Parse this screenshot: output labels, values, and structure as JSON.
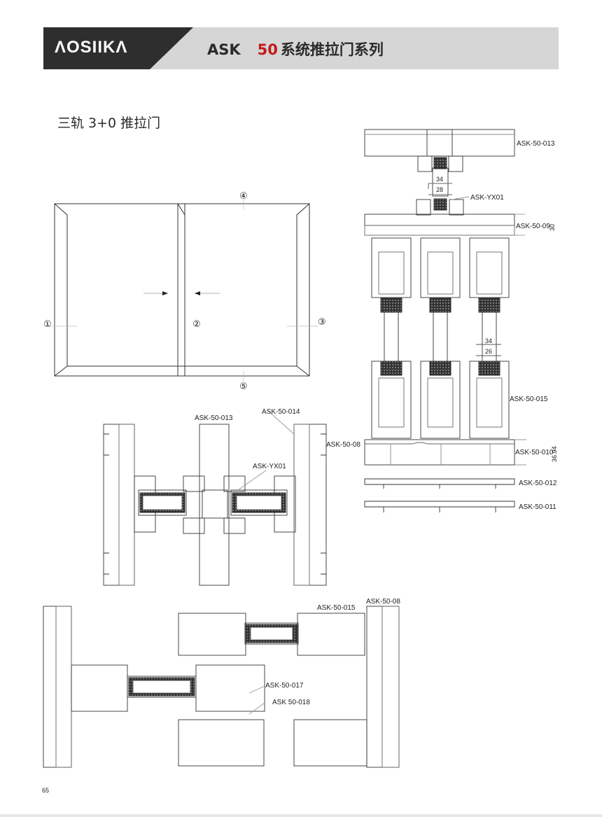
{
  "header": {
    "logo": "ΛOSIIKΛ",
    "title_prefix": "ASK",
    "title_number": "50",
    "title_rest": "系统推拉门系列",
    "accent_color": "#c41a1a"
  },
  "section_title": "三轨 3+0 推拉门",
  "elevation": {
    "markers": [
      "①",
      "②",
      "③",
      "④",
      "⑤"
    ]
  },
  "vertical_section": {
    "labels": [
      "ASK-50-013",
      "ASK-YX01",
      "ASK-50-09",
      "ASK-50-015",
      "ASK-50-010",
      "ASK-50-012",
      "ASK-50-011"
    ],
    "dims": {
      "top_outer": "34",
      "top_inner": "28",
      "mid_outer": "34",
      "mid_inner": "26",
      "frame_height": "30",
      "sill_a": "36.94"
    }
  },
  "mid_section": {
    "labels": [
      "ASK-50-013",
      "ASK-50-014",
      "ASK-50-08",
      "ASK-YX01"
    ]
  },
  "bottom_section": {
    "labels": [
      "ASK-50-015",
      "ASK-50-08",
      "ASK-50-017",
      "ASK 50-018"
    ]
  },
  "page_number": "65"
}
